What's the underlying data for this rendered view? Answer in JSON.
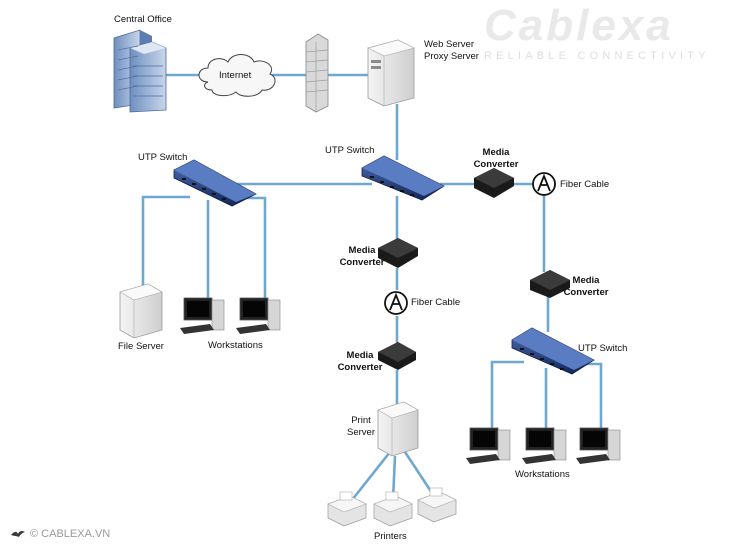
{
  "brand": {
    "name": "Cablexa",
    "tagline": "RELIABLE CONNECTIVITY",
    "copyright": "© CABLEXA.VN"
  },
  "labels": {
    "central_office": "Central Office",
    "internet": "Internet",
    "web_server_line1": "Web Server",
    "web_server_line2": "Proxy Server",
    "utp_switch_left": "UTP Switch",
    "utp_switch_center": "UTP Switch",
    "utp_switch_right": "UTP Switch",
    "media_converter_line1": "Media",
    "media_converter_line2": "Converter",
    "fiber_cable": "Fiber Cable",
    "file_server": "File Server",
    "workstations_left": "Workstations",
    "workstations_right": "Workstations",
    "print_server_line1": "Print",
    "print_server_line2": "Server",
    "printers": "Printers"
  },
  "colors": {
    "link": "#6fa8cf",
    "switch": "#1f3f86",
    "converter": "#1a1a1a"
  }
}
